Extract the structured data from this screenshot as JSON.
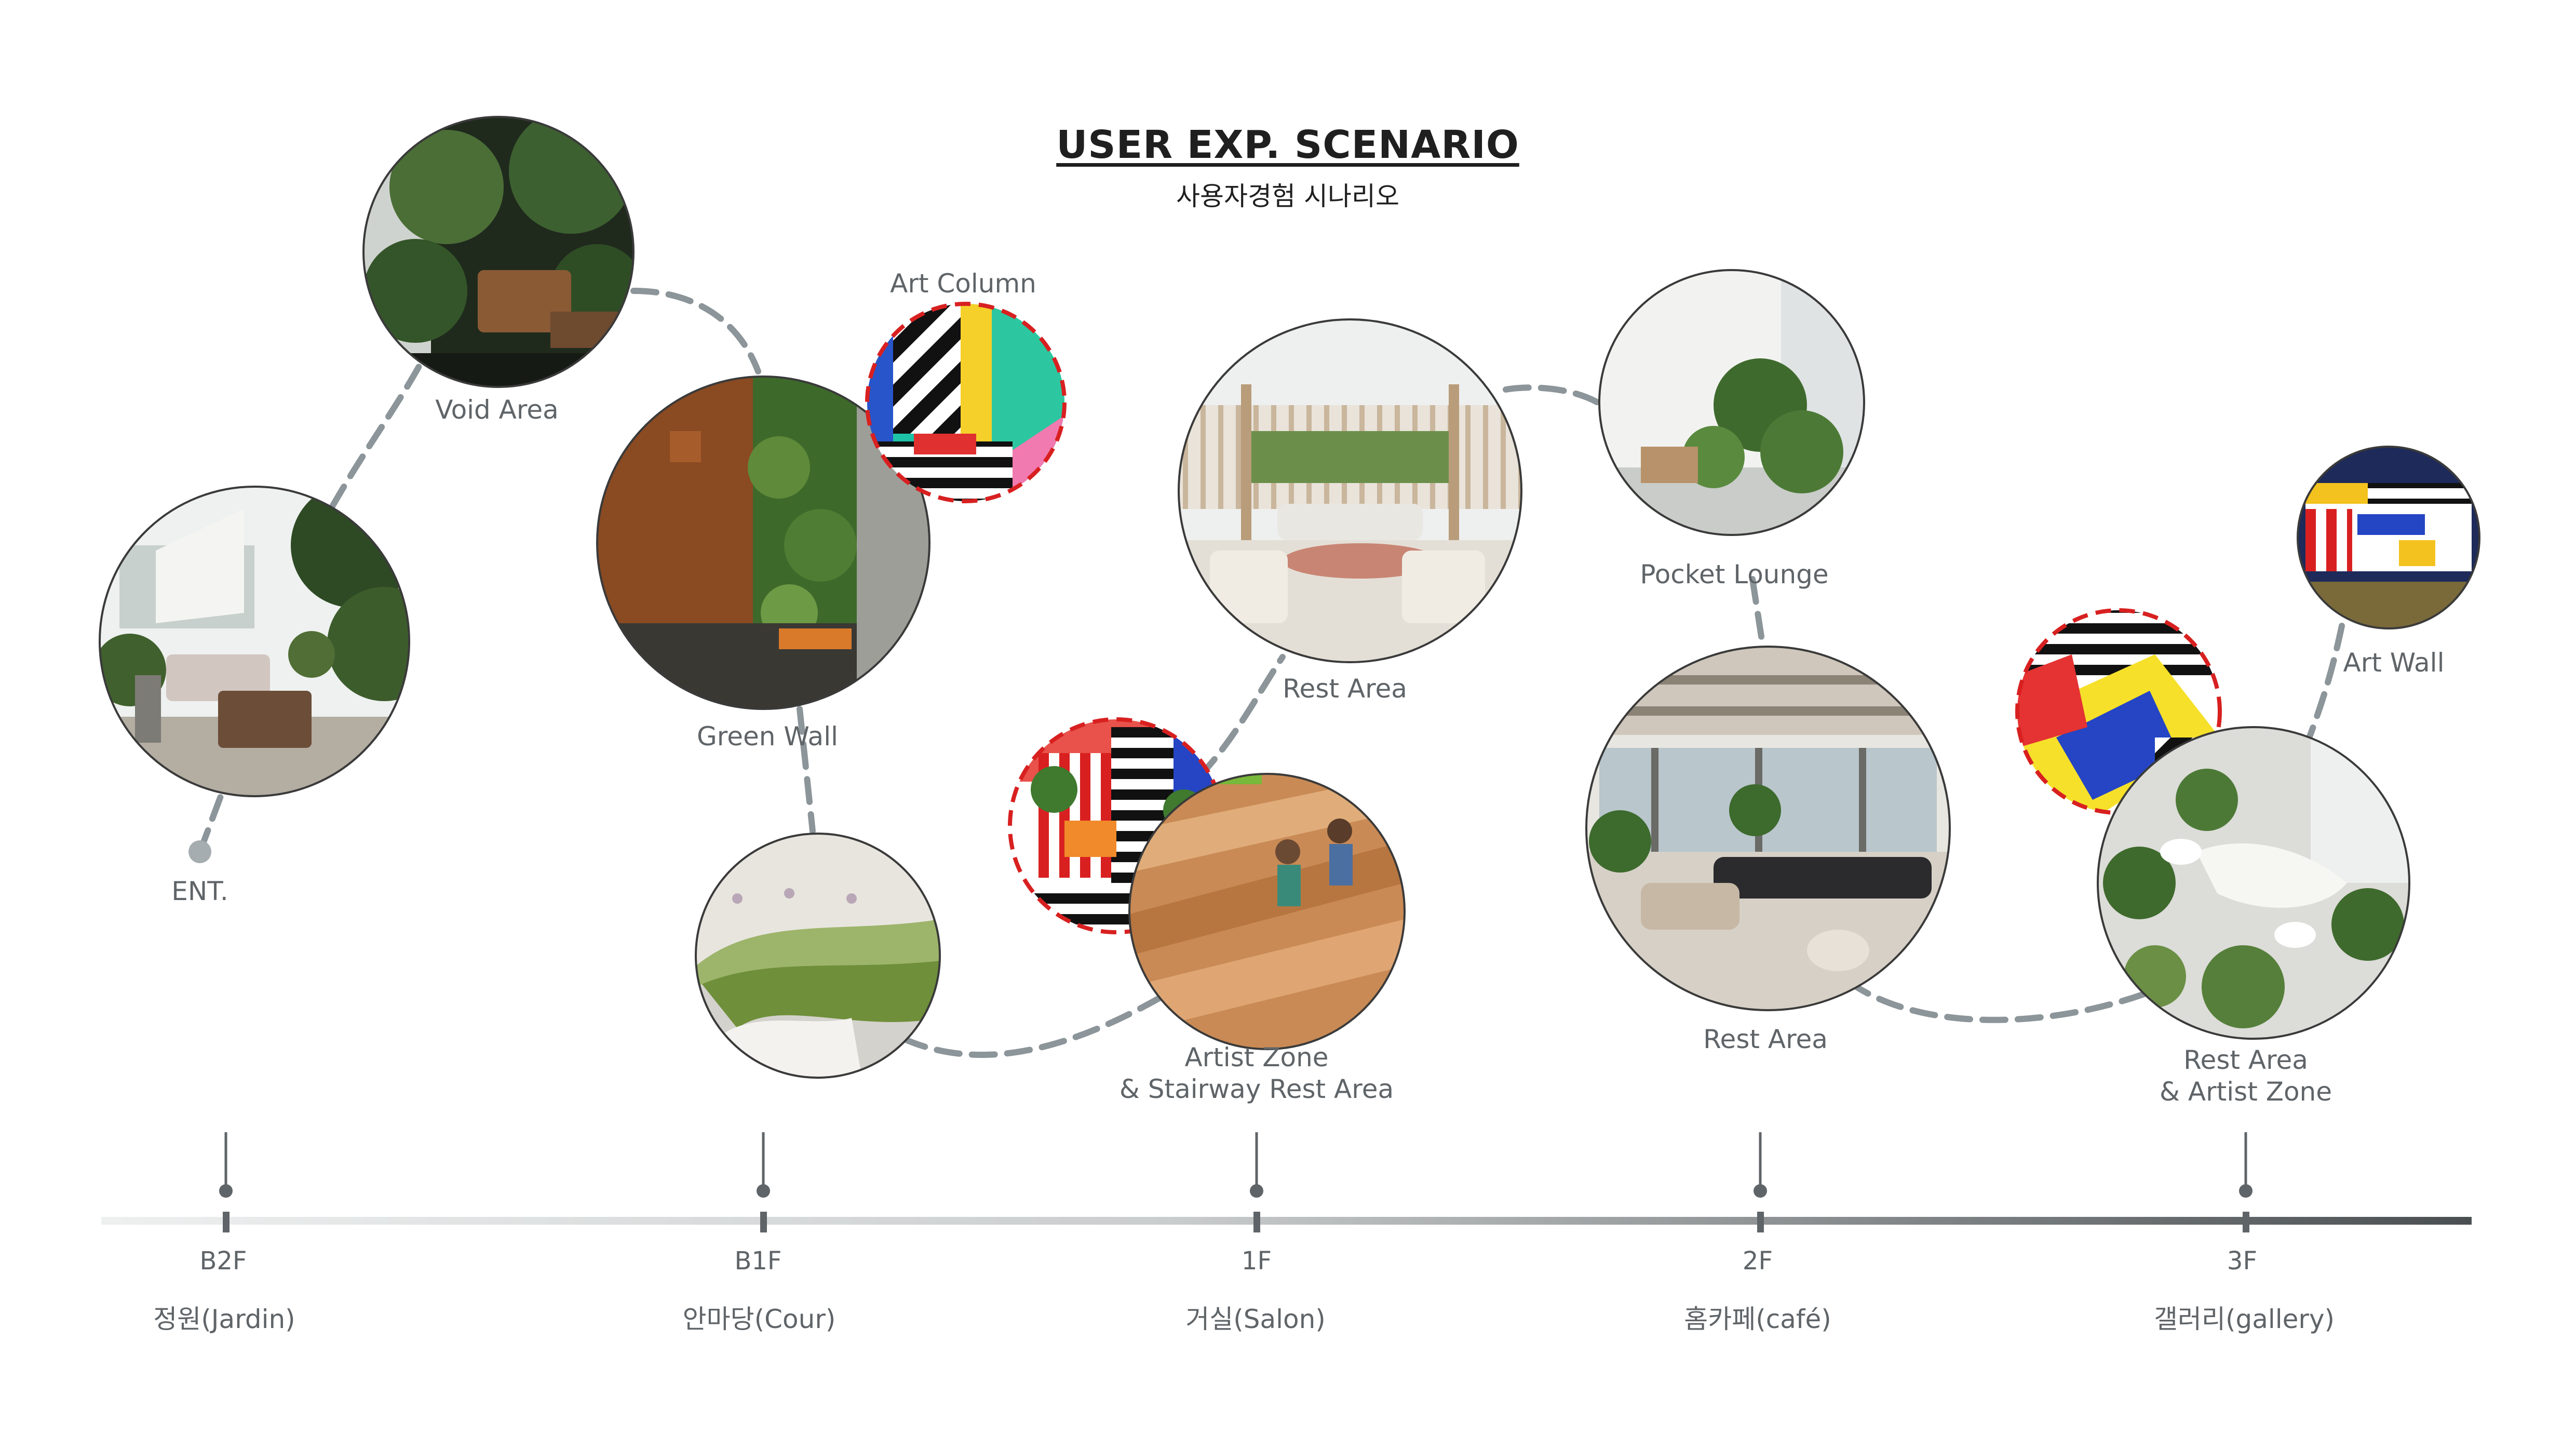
{
  "header": {
    "title": "USER EXP. SCENARIO",
    "subtitle": "사용자경험 시나리오"
  },
  "labels": {
    "entrance": "ENT.",
    "void_area": "Void Area",
    "green_wall": "Green Wall",
    "art_column": "Art Column",
    "rest_area_1f": "Rest Area",
    "artist_zone_line1": "Artist Zone",
    "artist_zone_line2": "& Stairway Rest Area",
    "pocket_lounge": "Pocket Lounge",
    "rest_area_2f": "Rest Area",
    "art_wall": "Art Wall",
    "rest_artist_line1": "Rest Area",
    "rest_artist_line2": "& Artist Zone"
  },
  "floors": [
    {
      "code": "B2F",
      "name": "정원(Jardin)"
    },
    {
      "code": "B1F",
      "name": "안마당(Cour)"
    },
    {
      "code": "1F",
      "name": "거실(Salon)"
    },
    {
      "code": "2F",
      "name": "홈카페(café)"
    },
    {
      "code": "3F",
      "name": "갤러리(gallery)"
    }
  ],
  "colors": {
    "path": "#8c9599",
    "timeline_start": "#eef0f0",
    "timeline_end": "#4a4f52",
    "art_border": "#d82020",
    "text": "#5f6468",
    "title": "#1f1f1f"
  }
}
